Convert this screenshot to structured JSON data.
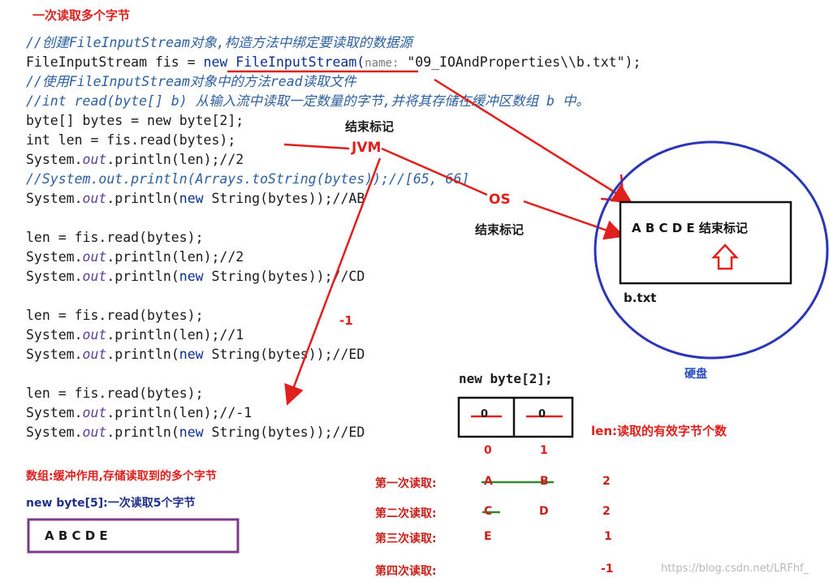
{
  "title": "一次读取多个字节",
  "code": {
    "l1": "//创建FileInputStream对象,构造方法中绑定要读取的数据源",
    "l2a": "FileInputStream fis = ",
    "l2b": "new FileInputStream(",
    "l2hint": "name:",
    "l2c": " \"09_IOAndProperties\\\\b.txt\");",
    "l3": "//使用FileInputStream对象中的方法read读取文件",
    "l4": "//int read(byte[] b) 从输入流中读取一定数量的字节,并将其存储在缓冲区数组 b 中。",
    "l5": "byte[] bytes = new byte[2];",
    "l6": "int len = fis.read(bytes);",
    "l7a": "System.",
    "l7b": "out",
    "l7c": ".println(len);//2",
    "l8": "//System.out.println(Arrays.toString(bytes));//[65, 66]",
    "l9a": "System.",
    "l9b": "out",
    "l9c": ".println(",
    "l9d": "new",
    "l9e": " String(bytes));//AB",
    "l10": "len = fis.read(bytes);",
    "l11c": ".println(len);//2",
    "l12e": " String(bytes));//CD",
    "l13": "len = fis.read(bytes);",
    "l14c": ".println(len);//1",
    "l15e": " String(bytes));//ED",
    "l16": "len = fis.read(bytes);",
    "l17c": ".println(len);//-1",
    "l18e": " String(bytes));//ED"
  },
  "annotations": {
    "end_mark_top": "结束标记",
    "jvm": "JVM",
    "os": "OS",
    "end_mark_mid": "结束标记",
    "minus_one": "-1",
    "file_content": "A B C D E 结束标记",
    "file_name": "b.txt",
    "disk": "硬盘",
    "new_byte2": "new byte[2];",
    "cell0": "0",
    "cell1": "0",
    "index0": "0",
    "index1": "1",
    "len_desc": "len:读取的有效字节个数",
    "array_desc": "数组:缓冲作用,存储读取到的多个字节",
    "new_byte5": "new byte[5]:一次读取5个字节",
    "buffer5": "A B C D E",
    "watermark": "https://blog.csdn.net/LRFhf_"
  },
  "reads": [
    {
      "label": "第一次读取:",
      "a": "A",
      "b": "B",
      "n": "2"
    },
    {
      "label": "第二次读取:",
      "a": "C",
      "b": "D",
      "n": "2"
    },
    {
      "label": "第三次读取:",
      "a": "E",
      "b": "",
      "n": "1"
    },
    {
      "label": "第四次读取:",
      "a": "",
      "b": "",
      "n": "-1"
    }
  ],
  "colors": {
    "red": "#e0201c",
    "blue_circle": "#2a35b8",
    "purple_box": "#7b3a8c",
    "green_strike": "#2e8b2e"
  }
}
